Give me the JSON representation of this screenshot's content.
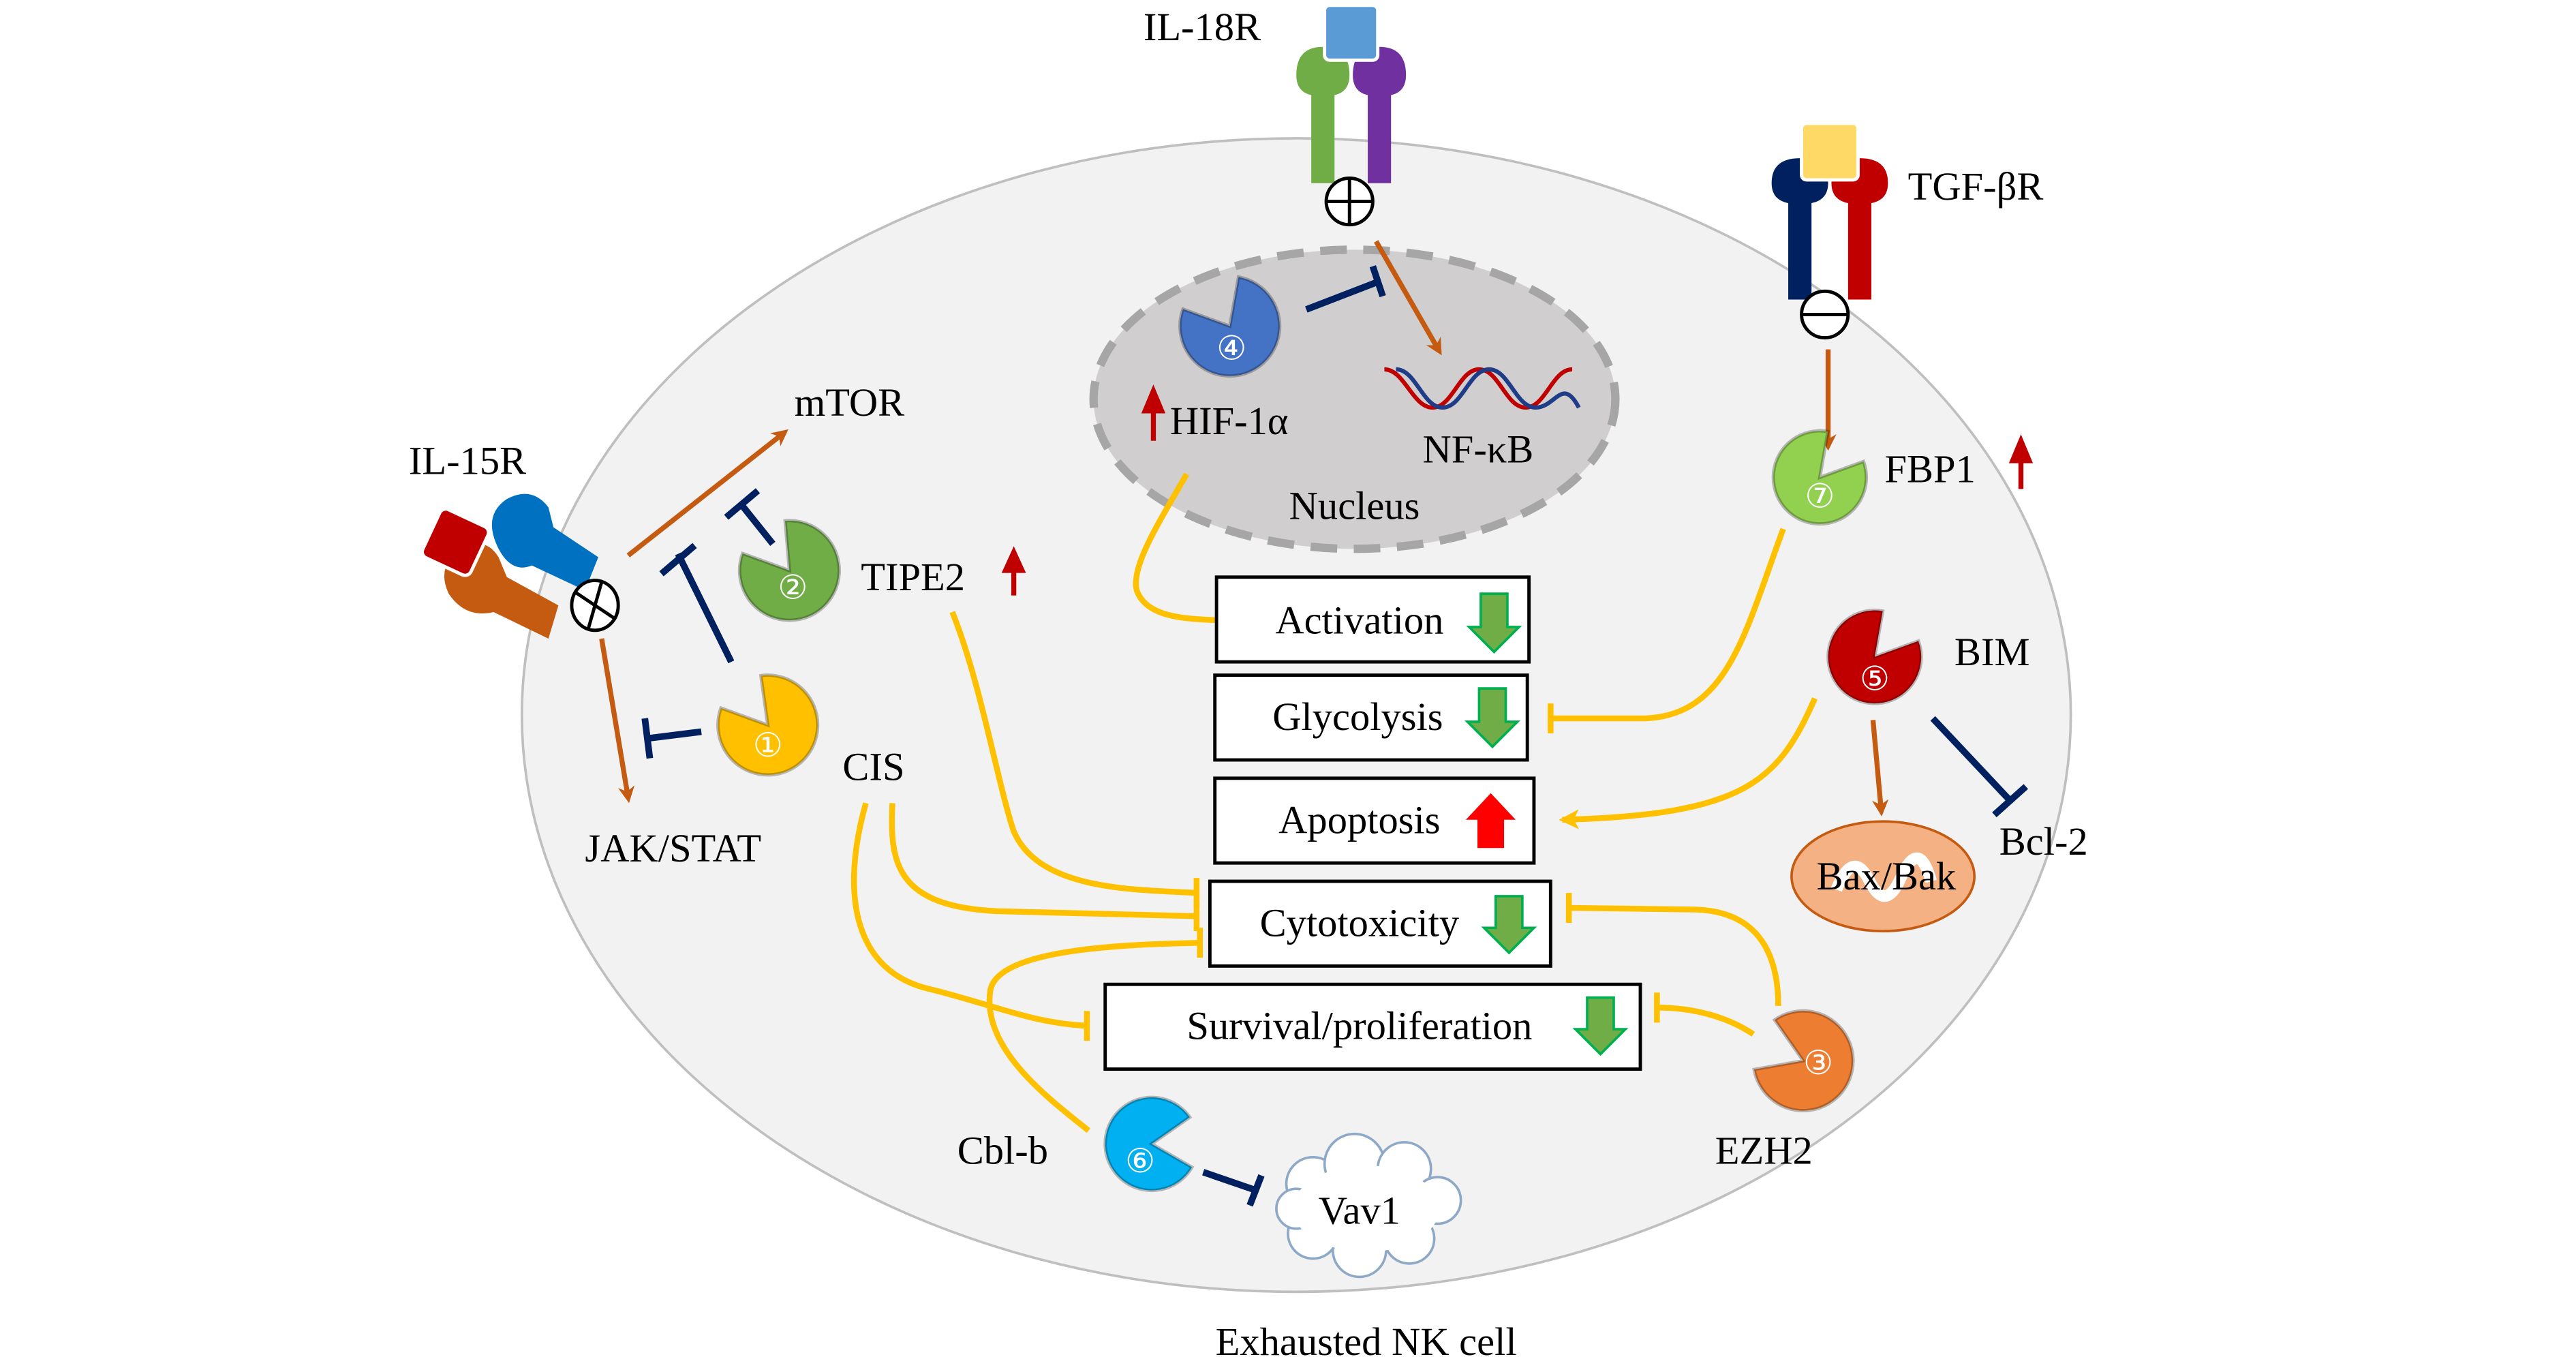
{
  "title": "Exhausted NK cell",
  "compartment": "Nucleus",
  "receptors": {
    "il18r": {
      "label": "IL-18R",
      "signal": "⊕",
      "colors": [
        "#70AD47",
        "#7030A0",
        "#5B9BD5"
      ]
    },
    "tgfbr": {
      "label": "TGF-βR",
      "signal": "⊖",
      "colors": [
        "#002060",
        "#C00000",
        "#FFD966"
      ]
    },
    "il15r": {
      "label": "IL-15R",
      "signal": "⊗",
      "colors": [
        "#0070C0",
        "#C55A11",
        "#C00000"
      ]
    }
  },
  "molecules": {
    "mtor": "mTOR",
    "tipe2": "TIPE2",
    "cis": "CIS",
    "jakstat": "JAK/STAT",
    "hif": "HIF-1α",
    "nfkb": "NF-κB",
    "fbp1": "FBP1",
    "bim": "BIM",
    "bcl2": "Bcl-2",
    "baxbak": "Bax/Bak",
    "ezh2": "EZH2",
    "cblb": "Cbl-b",
    "vav1": "Vav1"
  },
  "enzymes": [
    {
      "number": "①",
      "color": "#FFC000"
    },
    {
      "number": "②",
      "color": "#70AD47"
    },
    {
      "number": "③",
      "color": "#ED7D31"
    },
    {
      "number": "④",
      "color": "#4472C4"
    },
    {
      "number": "⑤",
      "color": "#C00000"
    },
    {
      "number": "⑥",
      "color": "#00B0F0"
    },
    {
      "number": "⑦",
      "color": "#92D050"
    }
  ],
  "outcomes": [
    {
      "label": "Activation",
      "trend": "down"
    },
    {
      "label": "Glycolysis",
      "trend": "down"
    },
    {
      "label": "Apoptosis",
      "trend": "up"
    },
    {
      "label": "Cytotoxicity",
      "trend": "down"
    },
    {
      "label": "Survival/proliferation",
      "trend": "down"
    }
  ],
  "colors": {
    "activation_arrow": "#C55A11",
    "inhibition": "#002060",
    "effect": "#FFC000",
    "down_indicator": "#70AD47",
    "up_indicator": "#FF0000",
    "upregulated_marker": "#C00000"
  }
}
